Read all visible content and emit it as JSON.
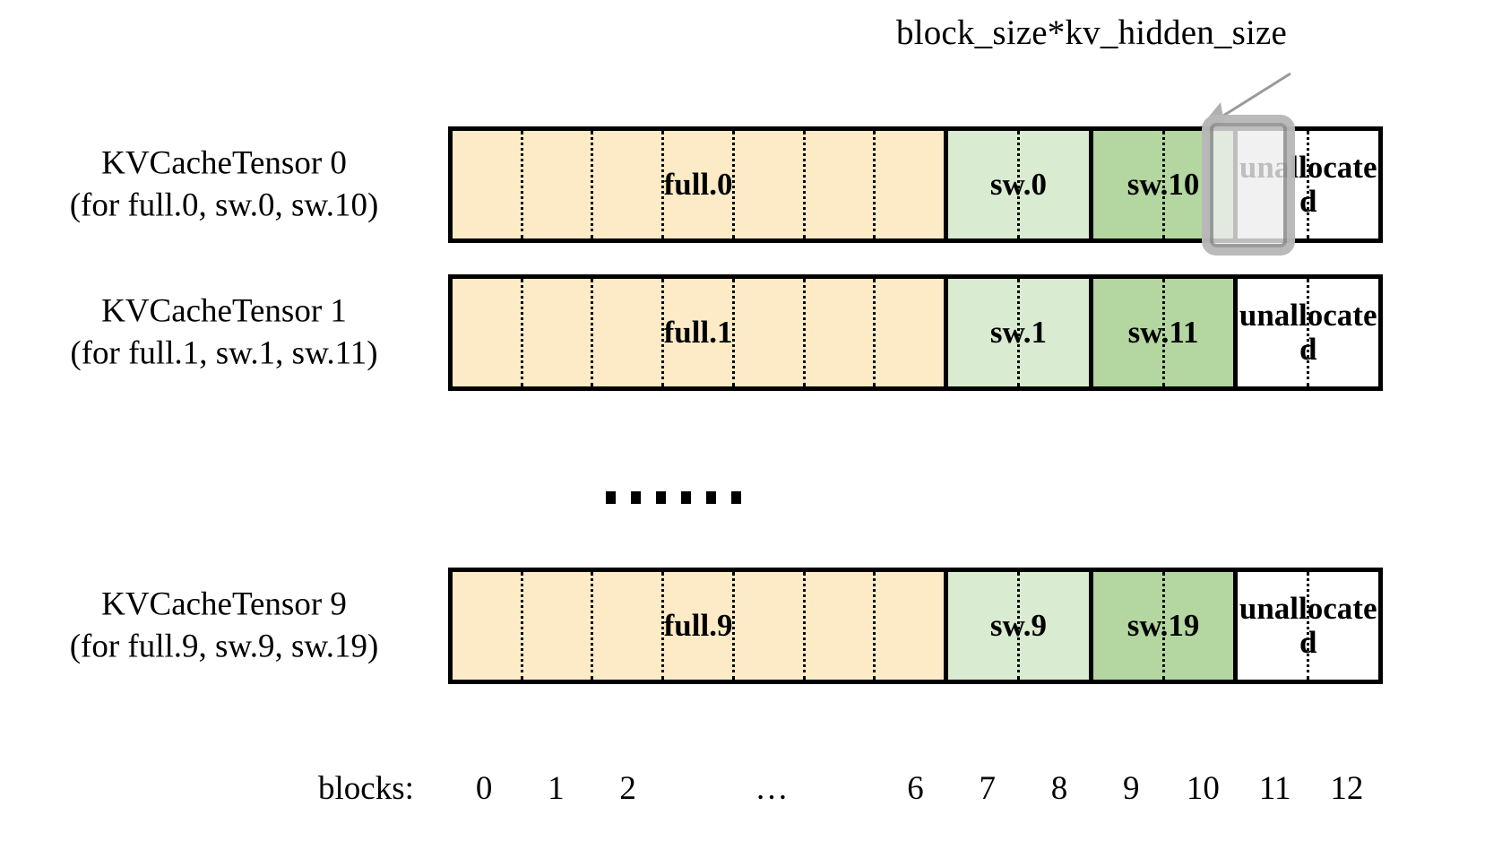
{
  "annotation": {
    "text": "block_size*kv_hidden_size",
    "arrow_name": "annotation-arrow"
  },
  "rows": [
    {
      "id": "kvcachetensor-0",
      "label_line1": "KVCacheTensor 0",
      "label_line2": "(for full.0, sw.0, sw.10)",
      "segments": [
        {
          "name": "full-0",
          "label": "full.0",
          "color": "#FCEBC6",
          "blocks": 7,
          "text_color": "#000000"
        },
        {
          "name": "sw-0",
          "label": "sw.0",
          "color": "#D9EBD0",
          "blocks": 2,
          "text_color": "#000000"
        },
        {
          "name": "sw-10",
          "label": "sw.10",
          "color": "#B4D6A0",
          "blocks": 2,
          "text_color": "#000000"
        },
        {
          "name": "unallocated-0",
          "label": "unallocated",
          "color": "#FFFFFF",
          "blocks": 2,
          "text_color": "#000000"
        }
      ]
    },
    {
      "id": "kvcachetensor-1",
      "label_line1": "KVCacheTensor 1",
      "label_line2": "(for full.1, sw.1, sw.11)",
      "segments": [
        {
          "name": "full-1",
          "label": "full.1",
          "color": "#FCEBC6",
          "blocks": 7,
          "text_color": "#000000"
        },
        {
          "name": "sw-1",
          "label": "sw.1",
          "color": "#D9EBD0",
          "blocks": 2,
          "text_color": "#000000"
        },
        {
          "name": "sw-11",
          "label": "sw.11",
          "color": "#B4D6A0",
          "blocks": 2,
          "text_color": "#000000"
        },
        {
          "name": "unallocated-1",
          "label": "unallocated",
          "color": "#FFFFFF",
          "blocks": 2,
          "text_color": "#000000"
        }
      ]
    },
    {
      "id": "kvcachetensor-9",
      "label_line1": "KVCacheTensor 9",
      "label_line2": "(for full.9, sw.9, sw.19)",
      "segments": [
        {
          "name": "full-9",
          "label": "full.9",
          "color": "#FCEBC6",
          "blocks": 7,
          "text_color": "#000000"
        },
        {
          "name": "sw-9",
          "label": "sw.9",
          "color": "#D9EBD0",
          "blocks": 2,
          "text_color": "#000000"
        },
        {
          "name": "sw-19",
          "label": "sw.19",
          "color": "#B4D6A0",
          "blocks": 2,
          "text_color": "#000000"
        },
        {
          "name": "unallocated-9",
          "label": "unallocated",
          "color": "#FFFFFF",
          "blocks": 2,
          "text_color": "#000000"
        }
      ]
    }
  ],
  "ellipsis": {
    "dot_count": 6,
    "meaning": "rows 2 through 8 omitted"
  },
  "highlight": {
    "target_block": 11,
    "target_row": "kvcachetensor-0",
    "border_color": "#AFAFAF",
    "fill_color": "#EEEEEE"
  },
  "axis": {
    "title": "blocks:",
    "ticks": [
      "0",
      "1",
      "2",
      "…",
      "6",
      "7",
      "8",
      "9",
      "10",
      "11",
      "12"
    ]
  },
  "colors": {
    "full_block": "#FCEBC6",
    "sw_light": "#D9EBD0",
    "sw_dark": "#B4D6A0",
    "unallocated": "#FFFFFF",
    "outline": "#000000"
  }
}
